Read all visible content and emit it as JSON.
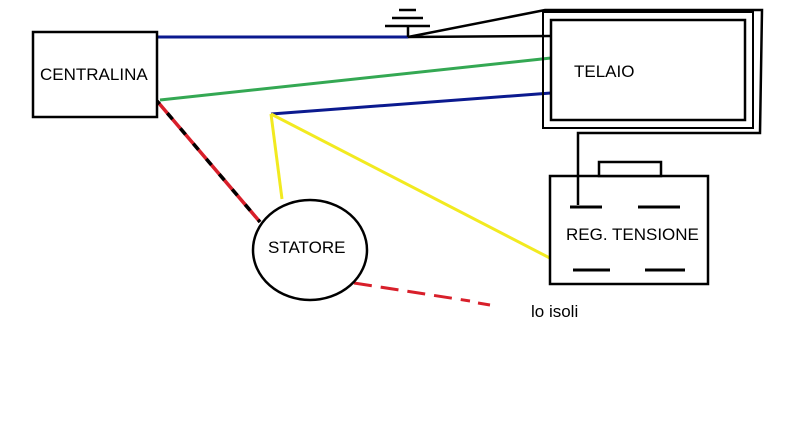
{
  "diagram": {
    "nodes": {
      "centralina": {
        "label": "CENTRALINA"
      },
      "telaio": {
        "label": "TELAIO"
      },
      "statore": {
        "label": "STATORE"
      },
      "regulator": {
        "label": "REG. TENSIONE"
      }
    },
    "annotation": {
      "label": "lo isoli"
    },
    "colors": {
      "blue_wire": "#0b1a8f",
      "green_wire": "#34a853",
      "yellow_wire": "#f2ea20",
      "red_wire": "#d81f2a",
      "black_wire": "#000000"
    }
  }
}
